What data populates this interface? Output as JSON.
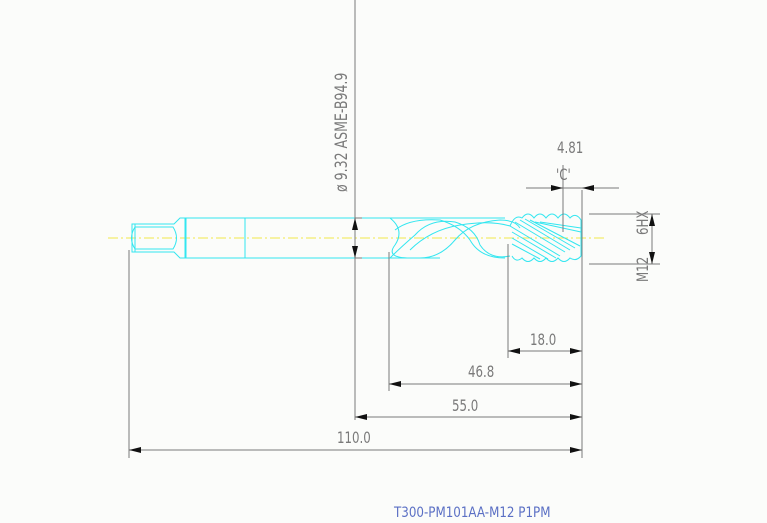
{
  "drawing": {
    "part_number": "T300-PM101AA-M12 P1PM",
    "shank_note": "ø 9.32 ASME-B94.9",
    "chamfer_label": "'C'",
    "chamfer_dim": "4.81",
    "thread_size": "M12",
    "thread_class": "6HX",
    "dimensions": {
      "thread_length": "18.0",
      "flute_length": "46.8",
      "body_length": "55.0",
      "overall_length": "110.0"
    },
    "colors": {
      "tool_outline": "#33e6f0",
      "centerline": "#f2e84a",
      "dimension_lines": "#7a7a7a",
      "title_text": "#5a6fc4",
      "background": "#fbfcfa"
    }
  }
}
